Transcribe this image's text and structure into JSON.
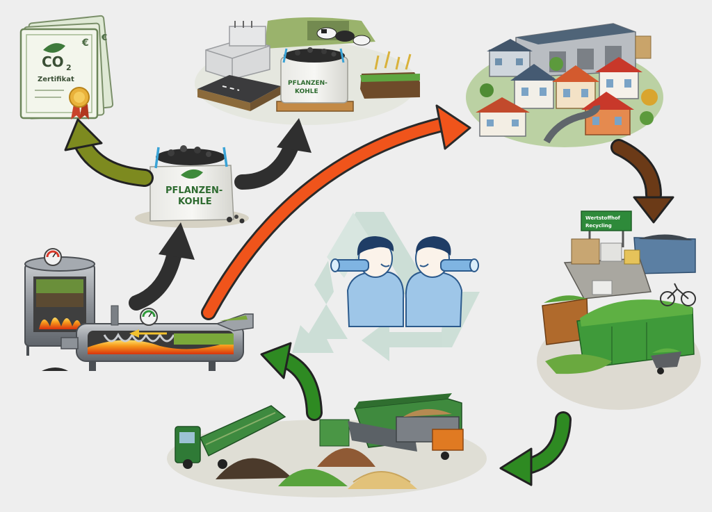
{
  "certificate": {
    "title": "CO",
    "subscript": "2",
    "subtitle": "Zertifikat",
    "currency_symbol": "€"
  },
  "biochar_bag": {
    "line1": "PFLANZEN-",
    "line2": "KOHLE"
  },
  "farm_bag": {
    "line1": "PFLANZEN-",
    "line2": "KOHLE"
  },
  "recycling_sign": {
    "line1": "Wertstoffhof",
    "line2": "Recycling"
  },
  "colors": {
    "arrow_olive": "#7d8a1f",
    "arrow_dark": "#2f2f2f",
    "arrow_orange": "#f0541b",
    "arrow_brown": "#6b3a17",
    "arrow_green": "#2e8a22",
    "recycle_symbol": "#c9ddd4",
    "person_shirt": "#9ec6e8",
    "person_hair": "#1f3d66"
  },
  "icons": [
    "certificate-icon",
    "leaf-icon",
    "seal-icon",
    "recycle-icon",
    "binoculars-icon",
    "gauge-icon",
    "flame-icon",
    "screw-conveyor-icon"
  ]
}
